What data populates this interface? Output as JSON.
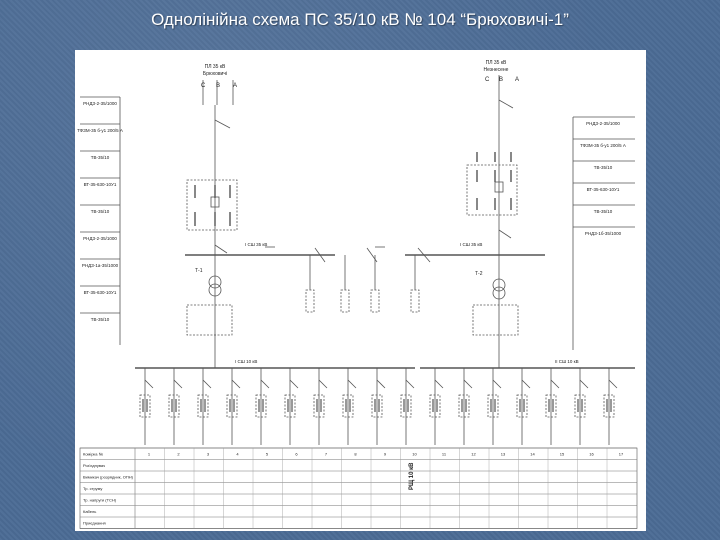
{
  "title": "Однолінійна схема ПС 35/10 кВ № 104 “Брюховичі-1”",
  "diagram": {
    "line_left": [
      "ПЛ 35 кВ",
      "Брюховичі"
    ],
    "line_right": [
      "ПЛ 35 кВ",
      "Незнесене"
    ],
    "phases": [
      "C",
      "B",
      "A"
    ],
    "left_labels": [
      "РНДЗ-2-35/1000",
      "ТФЗМ-35 б-у1 200/5 А",
      "ТВ-35/10",
      "ВТ-35-630-10У1",
      "ТВ-35/10",
      "РНДЗ-2-35/1000",
      "РНДЗ-1а-35/1000",
      "ВТ-35-630-10У1",
      "ТВ-35/10"
    ],
    "right_labels": [
      "РНДЗ-2-35/1000",
      "ТФЗМ-35 б-у1 200/5 А",
      "ТВ-35/10",
      "ВТ-35-630-10У1",
      "ТВ-35/10",
      "РНДЗ-1б-35/1000"
    ],
    "bus_35_label": "І СШ 35 кВ",
    "bus_10_label": "І СШ 10 кВ",
    "bus_10_label_2": "ІІ СШ 10 кВ",
    "transformer_left": "Т-1",
    "transformer_right": "Т-2",
    "vertical_label": "РЩ 10 кВ",
    "table": {
      "row_headers": [
        "Комірка №",
        "Роз'єднувач",
        "Вимикач (розрядник, ОПН)",
        "Тр. струму",
        "Тр. напруги (ТСН)",
        "Кабель",
        "Приєднання"
      ],
      "cells": [
        "1",
        "2",
        "3",
        "4",
        "5",
        "6",
        "7",
        "8",
        "9",
        "10",
        "11",
        "12",
        "13",
        "14",
        "15",
        "16",
        "17"
      ]
    }
  }
}
